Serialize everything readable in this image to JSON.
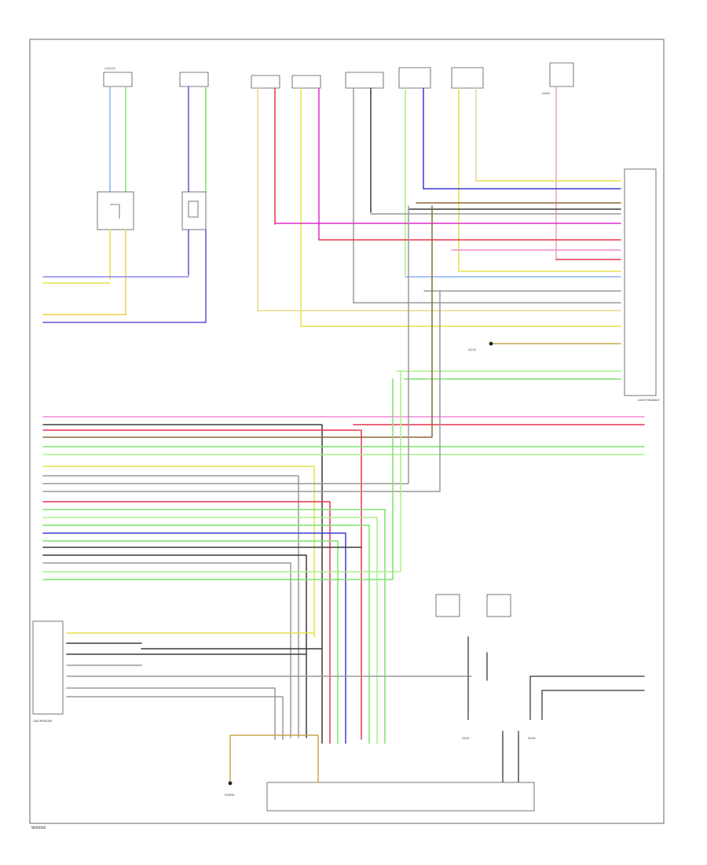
{
  "footer": {
    "code": "W00000"
  },
  "labels": {
    "ground_a": "G109",
    "ground_b": "G113",
    "ground_c": "G1000",
    "ground_d": "G101",
    "ground_e": "G104",
    "module_left": "CAS MODULE",
    "module_right": "LIGHT MODULE"
  },
  "colors": {
    "blue": "#3a3ad8",
    "violet": "#6a4fd8",
    "yellow": "#e6e24a",
    "pink": "#f28bd8",
    "magenta": "#e02ac8",
    "red": "#e8344a",
    "green": "#7be36b",
    "lime": "#a8f08a",
    "gray": "#9a9a9a",
    "darkgray": "#3a3a3a",
    "black": "#111111",
    "brown": "#8a6a3a",
    "tan": "#c8a64a",
    "olive": "#8a8a4a",
    "lightblue": "#8ab0f0",
    "teal": "#4aa8a8"
  }
}
